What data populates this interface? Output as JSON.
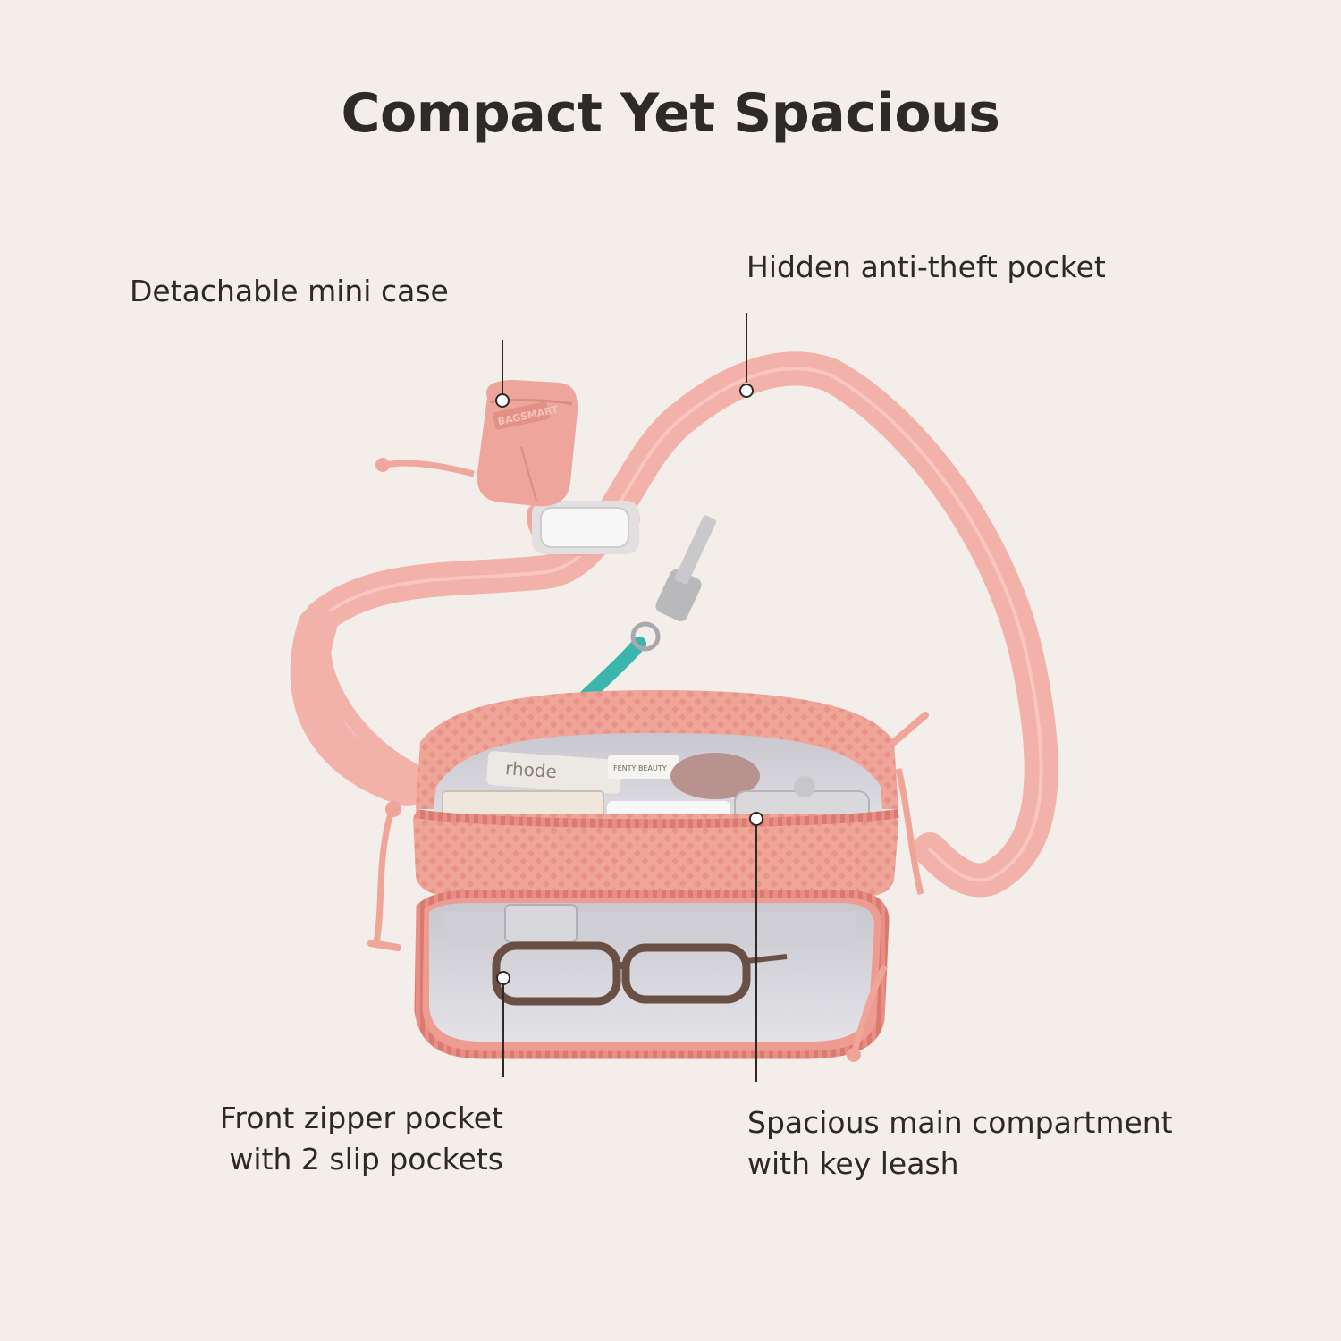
{
  "title": "Compact Yet Spacious",
  "callouts": {
    "mini_case": {
      "lines": [
        "Detachable mini case"
      ]
    },
    "anti_theft": {
      "lines": [
        "Hidden anti-theft pocket"
      ]
    },
    "front_pocket": {
      "lines": [
        "Front zipper pocket",
        "with 2 slip pockets"
      ]
    },
    "main_compartment": {
      "lines": [
        "Spacious main compartment",
        "with key leash"
      ]
    }
  },
  "product_print": {
    "brand_lip": "rhode",
    "brand_beauty": "FENTY BEAUTY",
    "brand_case": "BAGSMART"
  },
  "colors": {
    "background": "#f3eeea",
    "bag_pink": "#efa096",
    "strap_pink": "#f2b2aa",
    "lining_gray": "#d9d8de",
    "leash_teal": "#3bb6ad",
    "text_dark": "#2c2926"
  }
}
